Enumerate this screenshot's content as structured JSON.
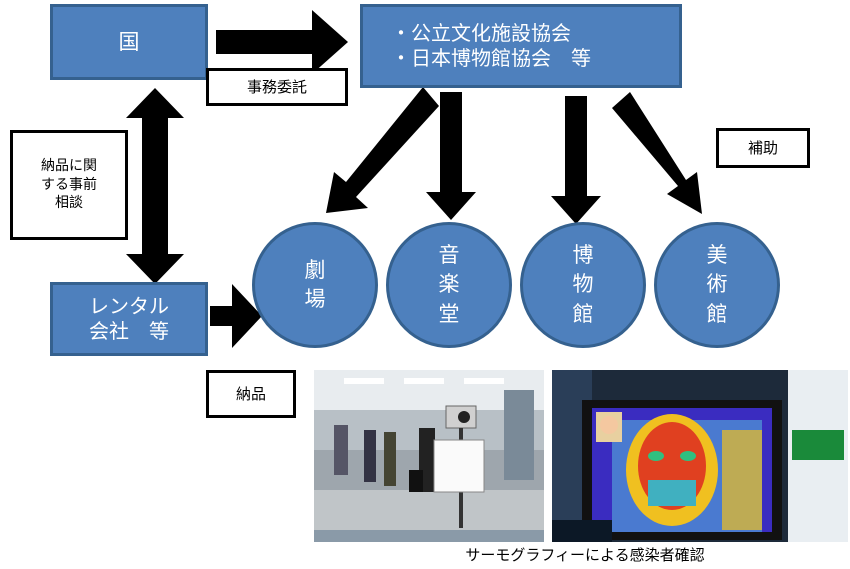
{
  "nodes": {
    "kuni": "国",
    "associations": "・公立文化施設協会\n・日本博物館協会　等",
    "rental": "レンタル\n会社　等"
  },
  "labels": {
    "jimu_itaku": "事務委託",
    "hojo": "補助",
    "consultation": "納品に関\nする事前\n相談",
    "nohin": "納品"
  },
  "venues": {
    "theater": "劇\n場",
    "concert_hall": "音\n楽\n堂",
    "museum": "博\n物\n館",
    "art_museum": "美\n術\n館"
  },
  "photos": {
    "caption": "サーモグラフィーによる感染者確認"
  },
  "colors": {
    "box_fill": "#4E80BD",
    "box_border": "#35618F",
    "arrow": "#000000"
  }
}
